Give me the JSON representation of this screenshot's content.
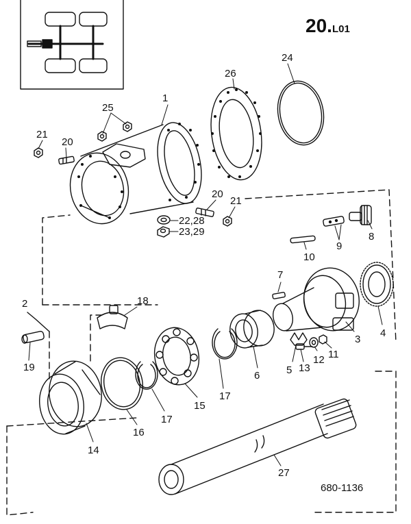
{
  "page": {
    "code_main": "20.",
    "code_sub": "L01",
    "drawing_id": "680-1136"
  },
  "callouts": {
    "c1": "1",
    "c2": "2",
    "c3": "3",
    "c4": "4",
    "c5": "5",
    "c6": "6",
    "c7": "7",
    "c8": "8",
    "c9": "9",
    "c10": "10",
    "c11": "11",
    "c12": "12",
    "c13": "13",
    "c14": "14",
    "c15": "15",
    "c16": "16",
    "c17a": "17",
    "c17b": "17",
    "c18": "18",
    "c19": "19",
    "c20a": "20",
    "c20b": "20",
    "c21a": "21",
    "c21b": "21",
    "c22": "22,28",
    "c23": "23,29",
    "c24": "24",
    "c25": "25",
    "c26": "26",
    "c27": "27"
  }
}
